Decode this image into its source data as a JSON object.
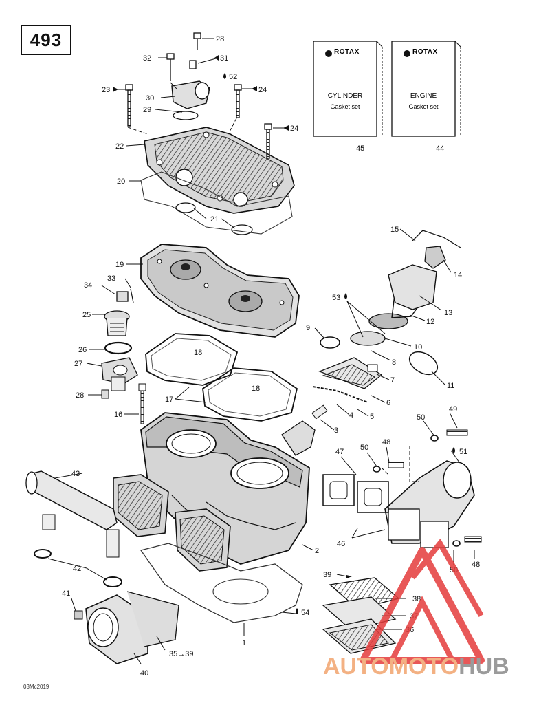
{
  "diagram": {
    "page_number": "493",
    "drawing_ref": "03Mc2019",
    "watermark": {
      "text_a": "AUTOMOTO",
      "text_b": "HUB",
      "color_a": "#f3b183",
      "color_b": "#9b9b9b",
      "triangle_color": "#e53c3c"
    },
    "gasket_sets": [
      {
        "brand": "ROTAX",
        "line1": "CYLINDER",
        "line2": "Gasket set",
        "number": "45"
      },
      {
        "brand": "ROTAX",
        "line1": "ENGINE",
        "line2": "Gasket set",
        "number": "44"
      }
    ],
    "callouts": {
      "c28a": "28",
      "c31": "31",
      "c32": "32",
      "c52": "52",
      "c23": "23",
      "c24a": "24",
      "c30": "30",
      "c29": "29",
      "c24b": "24",
      "c22": "22",
      "c20": "20",
      "c21": "21",
      "c15": "15",
      "c14": "14",
      "c19": "19",
      "c34": "34",
      "c33": "33",
      "c53": "53",
      "c13": "13",
      "c12": "12",
      "c25": "25",
      "c9": "9",
      "c10": "10",
      "c26": "26",
      "c18a": "18",
      "c8": "8",
      "c11": "11",
      "c27": "27",
      "c7": "7",
      "c18b": "18",
      "c28b": "28",
      "c17": "17",
      "c6": "6",
      "c5": "5",
      "c4": "4",
      "c16": "16",
      "c49": "49",
      "c50a": "50",
      "c3": "3",
      "c48a": "48",
      "c50b": "50",
      "c47": "47",
      "c51": "51",
      "c43": "43",
      "c2": "2",
      "c46": "46",
      "c50c": "50",
      "c48b": "48",
      "c42": "42",
      "c39": "39",
      "c38": "38",
      "c41": "41",
      "c37": "37",
      "c54": "54",
      "c36": "36",
      "c1": "1",
      "c35_39": "35→39",
      "c40": "40"
    }
  }
}
